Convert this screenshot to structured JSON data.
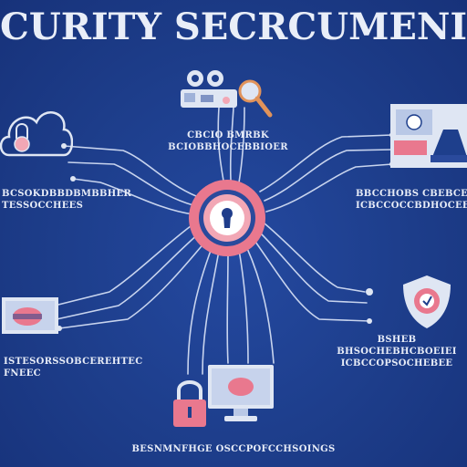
{
  "title": "CURITY SECRCUMENITY",
  "labels": {
    "top_center": [
      "CBCIO BMRBK",
      "BCIOBBHOCEBBIOER"
    ],
    "left_upper": [
      "BCSOKDBBDBMBBHER",
      "TESSOCCHEES"
    ],
    "right_upper": [
      "BBCCHOBS CBEBCEE",
      "ICBCCOCCBDHOCEE"
    ],
    "left_lower": [
      "ISTESORSSOBCEREHTEC",
      "FNEEC"
    ],
    "right_lower": [
      "BSHEB",
      "BHSOCHEBHCBOEIEI",
      "ICBCCOPSOCHEBEE"
    ],
    "bottom": "BESNMNFHGE OSCCPOFCCHSOINGS"
  },
  "colors": {
    "background": "#1e3f8c",
    "wire": "#c8d4ee",
    "accent_pink": "#e9788e",
    "panel": "#dfe6f3"
  },
  "icons": [
    "cloud-lock-icon",
    "usb-key-icon",
    "magnifier-icon",
    "laptop-printer-icon",
    "keyhole-lock-icon",
    "card-reader-icon",
    "shield-icon",
    "padlock-icon",
    "monitor-icon"
  ]
}
